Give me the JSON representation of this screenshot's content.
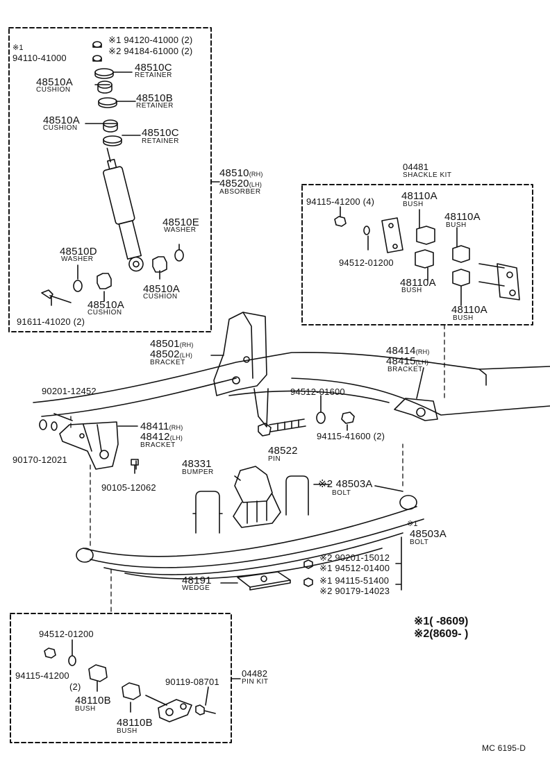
{
  "parts": {
    "shock_top": {
      "note_mark": "※1",
      "nut_a": "※1 94120-41000 (2)",
      "nut_b": "※2 94184-61000 (2)",
      "nut_left": "94110-41000",
      "ret1_num": "48510C",
      "ret1_name": "RETAINER",
      "cush1_num": "48510A",
      "cush1_name": "CUSHION",
      "ret2_num": "48510B",
      "ret2_name": "RETAINER",
      "cush2_num": "48510A",
      "cush2_name": "CUSHION",
      "ret3_num": "48510C",
      "ret3_name": "RETAINER",
      "abs_num1": "48510",
      "abs_sfx1": "(RH)",
      "abs_num2": "48520",
      "abs_sfx2": "(LH)",
      "abs_name": "ABSORBER",
      "washer_e_num": "48510E",
      "washer_e_name": "WASHER",
      "washer_d_num": "48510D",
      "washer_d_name": "WASHER",
      "cush3_num": "48510A",
      "cush3_name": "CUSHION",
      "cush4_num": "48510A",
      "cush4_name": "CUSHION",
      "bolt": "91611-41020 (2)"
    },
    "shackle_kit": {
      "num": "04481",
      "name": "SHACKLE KIT",
      "nut": "94115-41200 (4)",
      "washer": "94512-01200",
      "bush1_num": "48110A",
      "bush1_name": "BUSH",
      "bush2_num": "48110A",
      "bush2_name": "BUSH",
      "bush3_num": "48110A",
      "bush3_name": "BUSH",
      "bush4_num": "48110A",
      "bush4_name": "BUSH"
    },
    "middle": {
      "bracket_front_num1": "48501",
      "bracket_front_sfx1": "(RH)",
      "bracket_front_num2": "48502",
      "bracket_front_sfx2": "(LH)",
      "bracket_front_name": "BRACKET",
      "bracket_rear_num1": "48414",
      "bracket_rear_sfx1": "(RH)",
      "bracket_rear_num2": "48415",
      "bracket_rear_sfx2": "(LH)",
      "bracket_rear_name": "BRACKET",
      "bolt_90201": "90201-12452",
      "bracket_num1": "48411",
      "bracket_sfx1": "(RH)",
      "bracket_num2": "48412",
      "bracket_sfx2": "(LH)",
      "bracket_name": "BRACKET",
      "nut_90170": "90170-12021",
      "bolt_90105": "90105-12062",
      "washer_94512": "94512-01600",
      "nut_94115": "94115-41600 (2)",
      "pin_num": "48522",
      "pin_name": "PIN",
      "bumper_num": "48331",
      "bumper_name": "BUMPER",
      "ubolt2_num": "※2 48503A",
      "ubolt2_name": "BOLT",
      "ubolt1_mark": "※1",
      "ubolt1_num": "48503A",
      "ubolt1_name": "BOLT",
      "f1": "※2 90201-15012",
      "f2": "※1 94512-01400",
      "f3": "※1 94115-51400",
      "f4": "※2 90179-14023",
      "wedge_num": "48191",
      "wedge_name": "WEDGE"
    },
    "pin_kit": {
      "num": "04482",
      "name": "PIN KIT",
      "washer": "94512-01200",
      "nut": "94115-41200",
      "nut_qty": "(2)",
      "bolt": "90119-08701",
      "bush1_num": "48110B",
      "bush1_name": "BUSH",
      "bush2_num": "48110B",
      "bush2_name": "BUSH"
    }
  },
  "legend": {
    "l1": "※1(        -8609)",
    "l2": "※2(8609-        )"
  },
  "diagram_code": "MC 6195-D"
}
